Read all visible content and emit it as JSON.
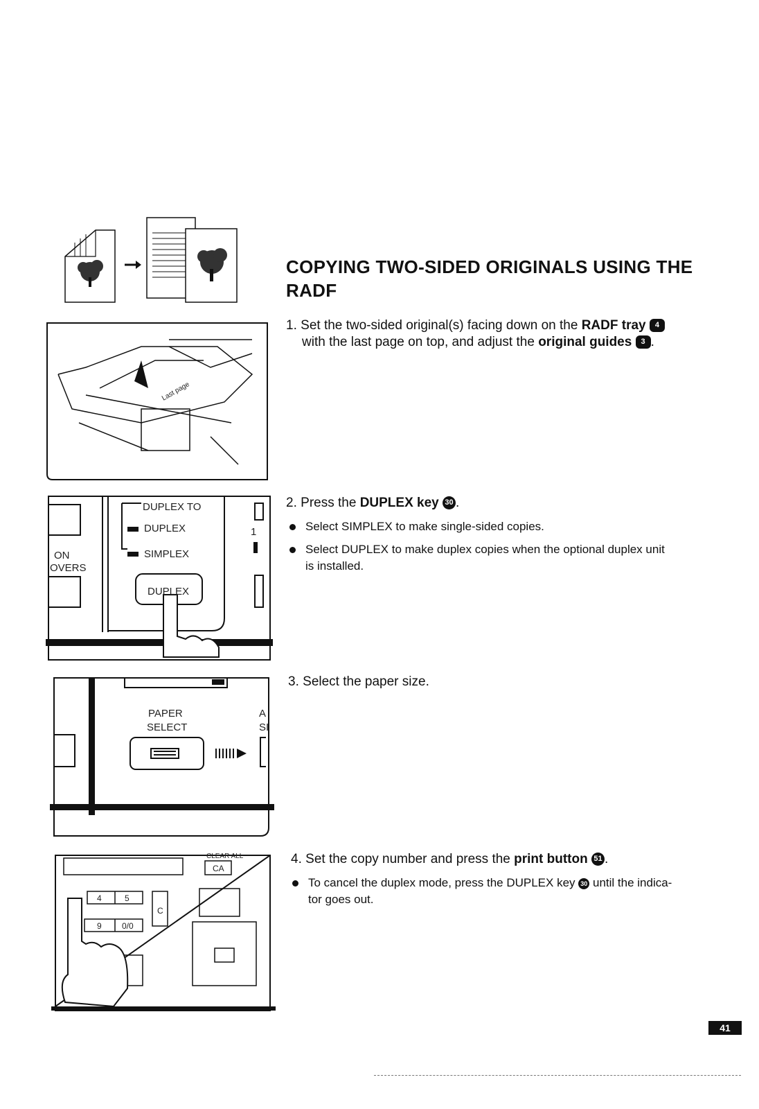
{
  "page": {
    "title_line1": "COPYING TWO-SIDED ORIGINALS USING THE",
    "title_line2": "RADF",
    "page_number": "41"
  },
  "steps": [
    {
      "num": "1.",
      "text_a": "Set the two-sided original(s) facing down on the ",
      "bold_a": "RADF tray",
      "badge_a": "4",
      "text_b": "with the last page on top, and adjust the ",
      "bold_b": "original guides",
      "badge_b": "3",
      "end": "."
    },
    {
      "num": "2.",
      "text_a": "Press the ",
      "bold_a": "DUPLEX key",
      "badge_a": "30",
      "end": ".",
      "bullets": [
        "Select SIMPLEX to make single-sided copies.",
        "Select DUPLEX to make duplex copies when the optional duplex unit",
        "is installed."
      ]
    },
    {
      "num": "3.",
      "text_a": "Select the paper size."
    },
    {
      "num": "4.",
      "text_a": "Set the copy number and press the ",
      "bold_a": "print button",
      "badge_a": "51",
      "end": ".",
      "bullet_a": "To cancel the duplex mode, press the DUPLEX key ",
      "bullet_badge": "30",
      "bullet_b": " until the indica-",
      "bullet_c": "tor goes out."
    }
  ],
  "panels": {
    "duplex_panel": {
      "header": "DUPLEX TO",
      "opt1": "DUPLEX",
      "opt2": "SIMPLEX",
      "key": "DUPLEX",
      "left1": "ON",
      "left2": "OVERS",
      "right_num": "1"
    },
    "paper_panel": {
      "label1": "PAPER",
      "label2": "SELECT",
      "edge1": "A",
      "edge2": "SI"
    },
    "keypad_panel": {
      "clear_all": "CLEAR ALL",
      "ca": "CA",
      "k4": "4",
      "k5": "5",
      "k9": "9",
      "k0": "0/0",
      "kc": "C"
    }
  }
}
